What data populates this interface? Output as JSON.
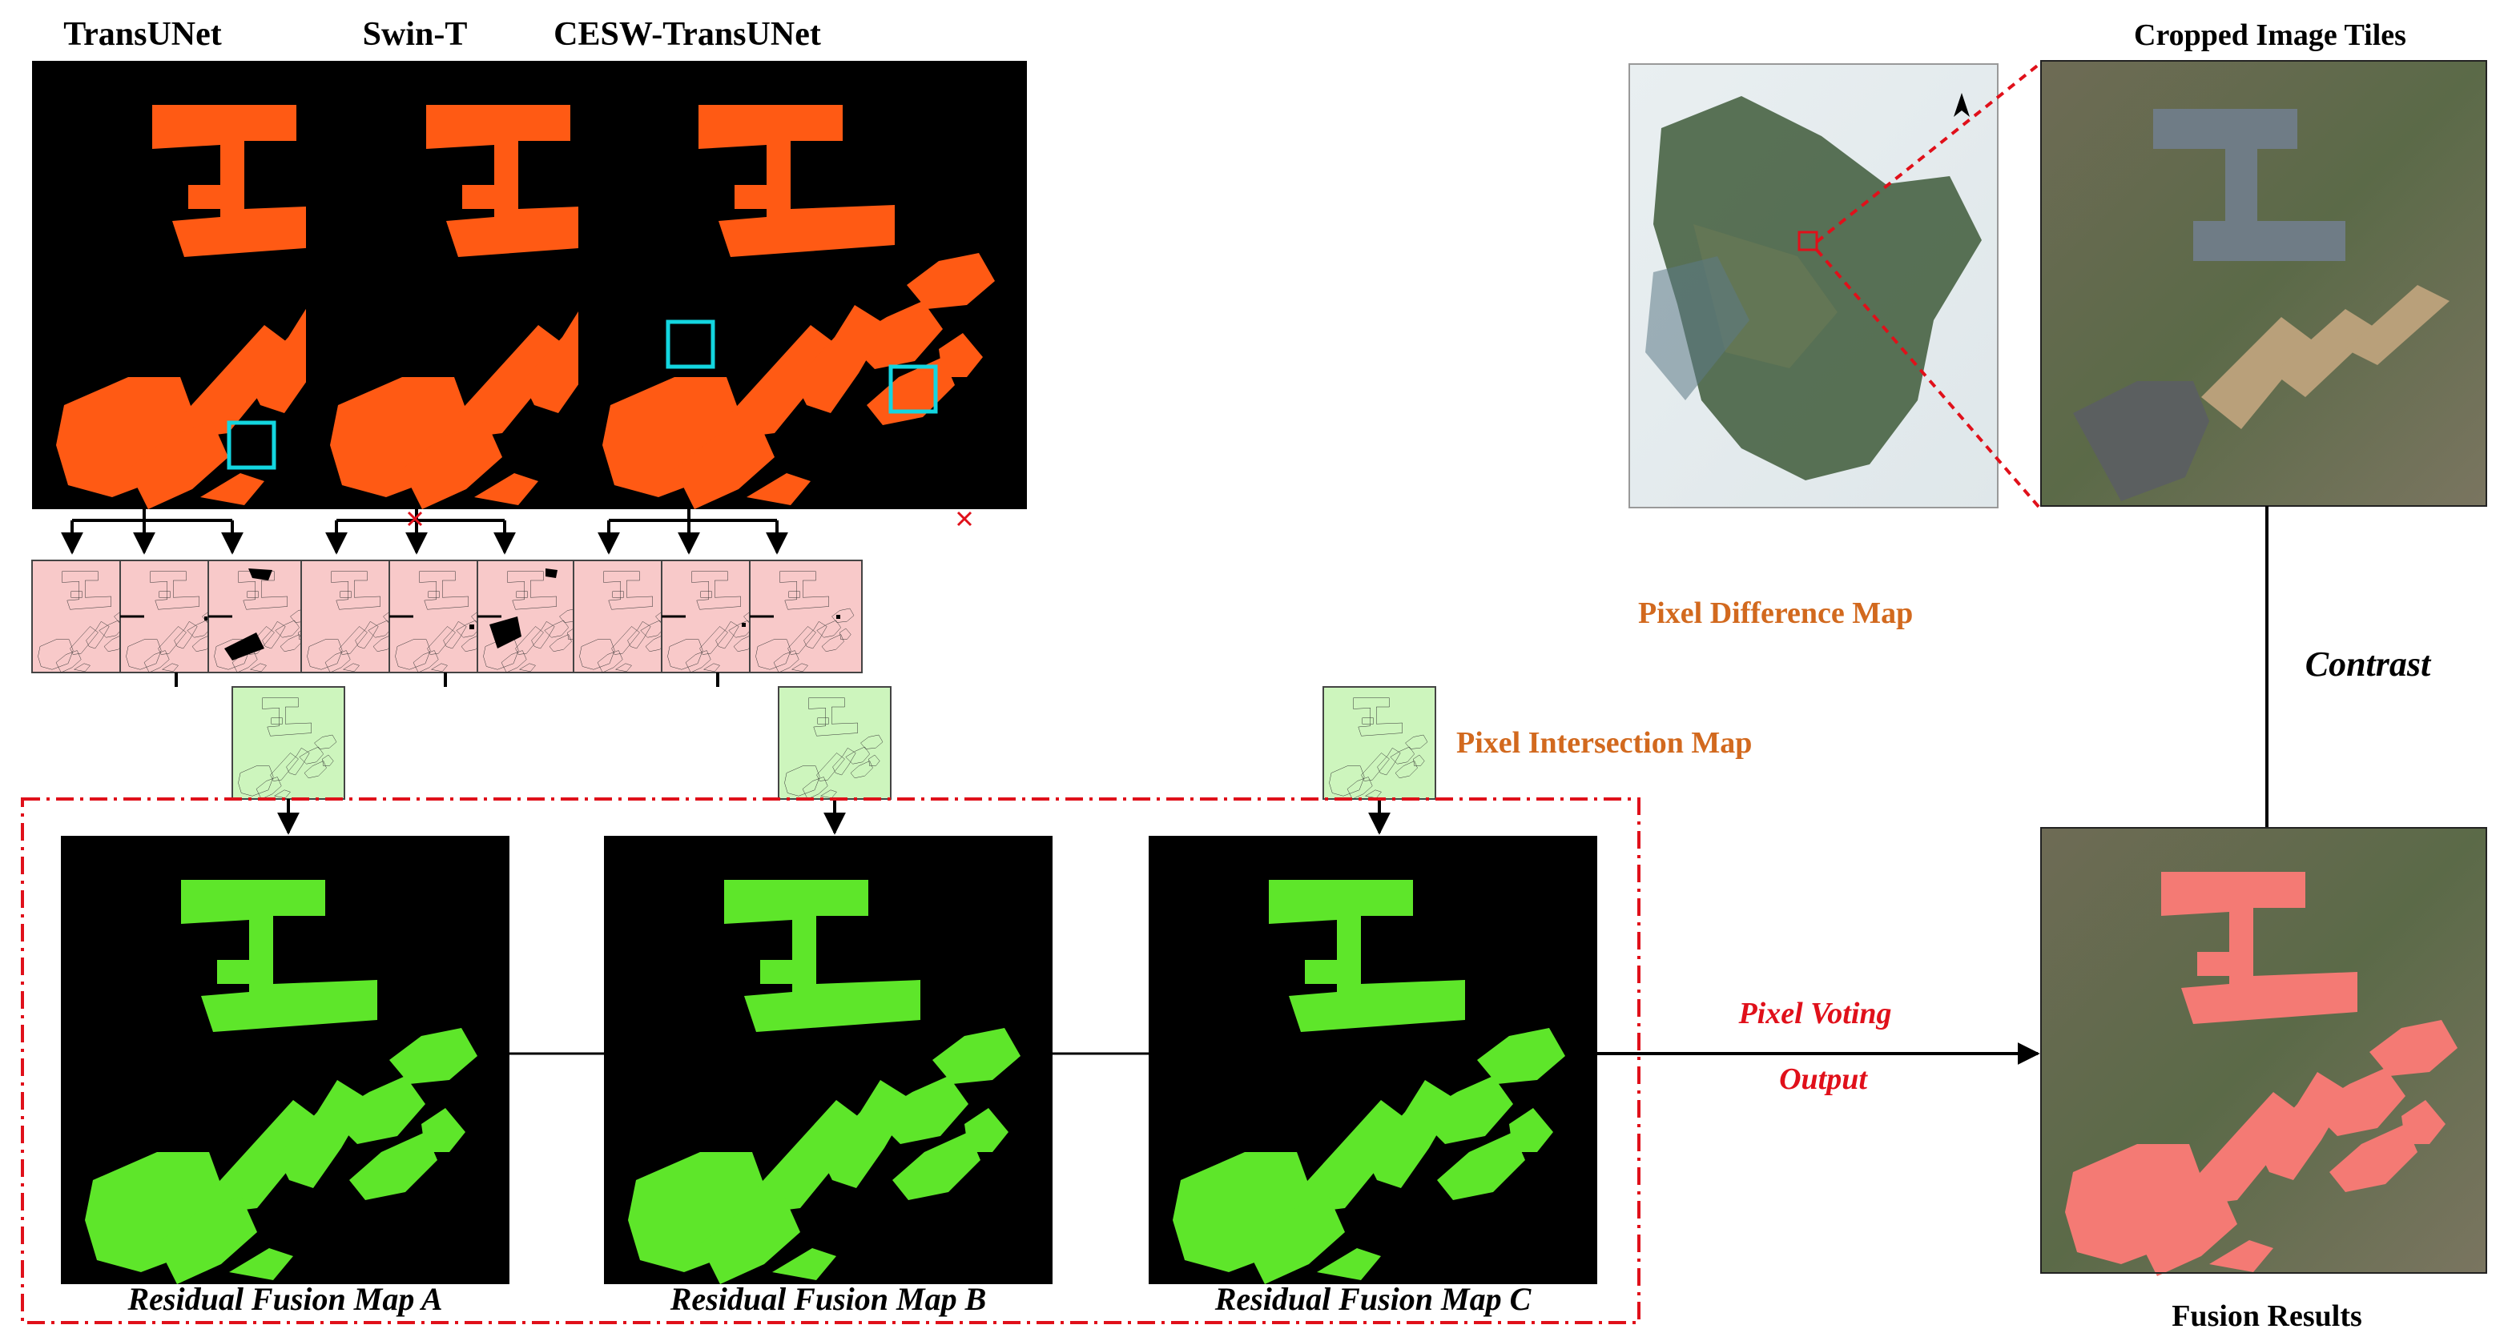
{
  "columns": [
    {
      "title": "TransUNet",
      "fusion_label": "Residual Fusion Map A"
    },
    {
      "title": "Swin-T",
      "fusion_label": "Residual Fusion Map B"
    },
    {
      "title": "CESW-TransUNet",
      "fusion_label": "Residual Fusion Map C"
    }
  ],
  "labels": {
    "pixel_difference_map": "Pixel Difference Map",
    "pixel_intersection_map": "Pixel Intersection Map",
    "cropped_image_tiles": "Cropped Image Tiles",
    "contrast": "Contrast",
    "pixel_voting": "Pixel Voting",
    "output": "Output",
    "fusion_results": "Fusion Results"
  },
  "colors": {
    "prediction_orange": "#ff5a14",
    "fusion_green": "#5ee62a",
    "fusion_result_pink": "#f47a74",
    "difference_pink": "#f8c9c9",
    "intersection_green": "#cdf5bd",
    "highlight_cyan": "#13d6e0",
    "label_orange": "#d2691e",
    "red_accent": "#e0101a"
  }
}
